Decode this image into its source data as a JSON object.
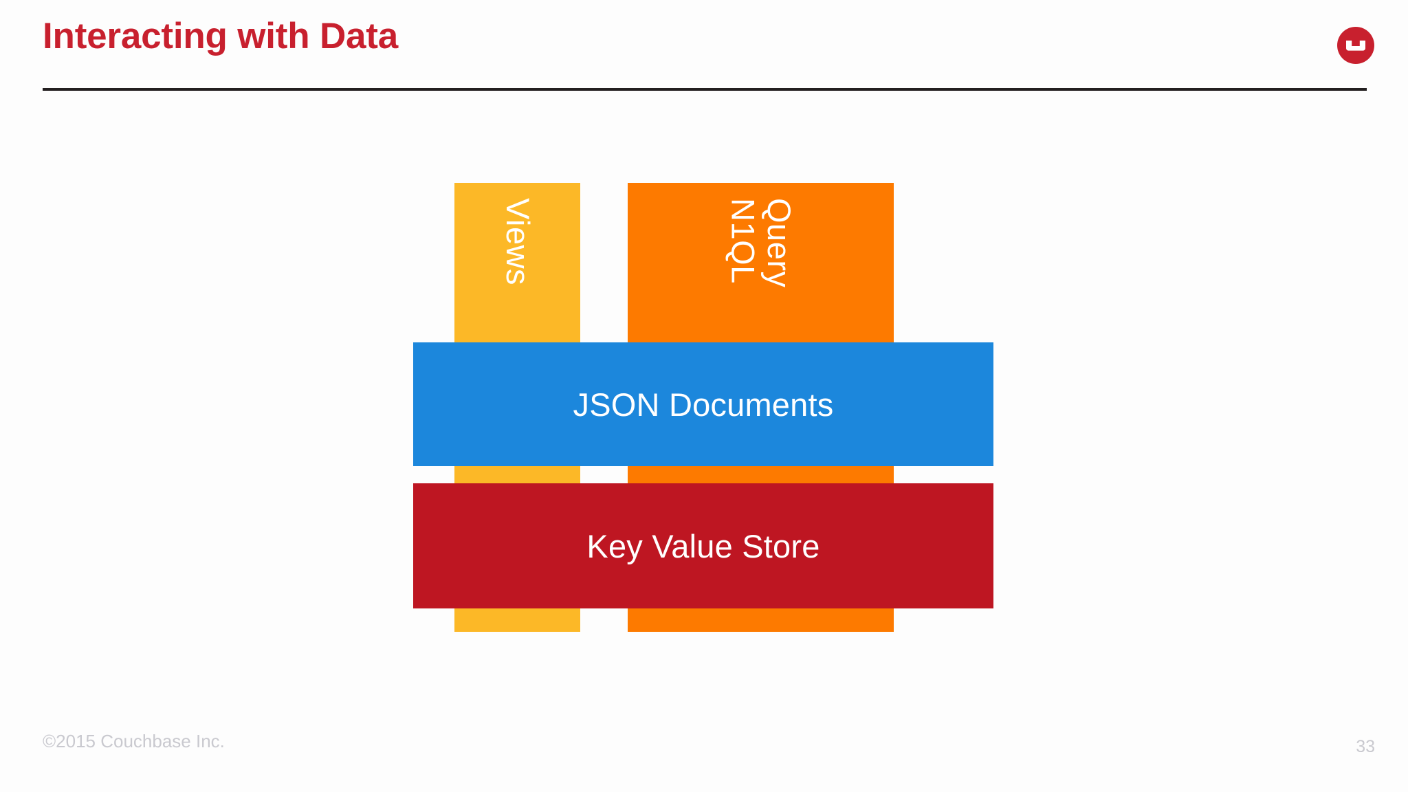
{
  "slide": {
    "title": "Interacting with Data",
    "page_number": "33",
    "copyright": "©2015 Couchbase Inc.",
    "logo_name": "couchbase-logo"
  },
  "colors": {
    "title_red": "#c8202e",
    "rule_black": "#231f20",
    "views_yellow": "#fcb827",
    "n1ql_orange": "#fd7a00",
    "json_blue": "#1c87dc",
    "kv_red": "#be1622",
    "footer_gray": "#c9c9cf",
    "background": "#fdfdfd"
  },
  "diagram": {
    "name": "couchbase-data-access-stack",
    "pillars": [
      {
        "id": "views",
        "label": "Views",
        "color": "#fcb827",
        "orientation": "vertical"
      },
      {
        "id": "n1ql-query",
        "label": "N1QL\nQuery",
        "line1": "N1QL",
        "line2": "Query",
        "color": "#fd7a00",
        "orientation": "vertical"
      }
    ],
    "bands": [
      {
        "id": "json-documents",
        "label": "JSON Documents",
        "color": "#1c87dc"
      },
      {
        "id": "key-value-store",
        "label": "Key Value Store",
        "color": "#be1622"
      }
    ]
  }
}
